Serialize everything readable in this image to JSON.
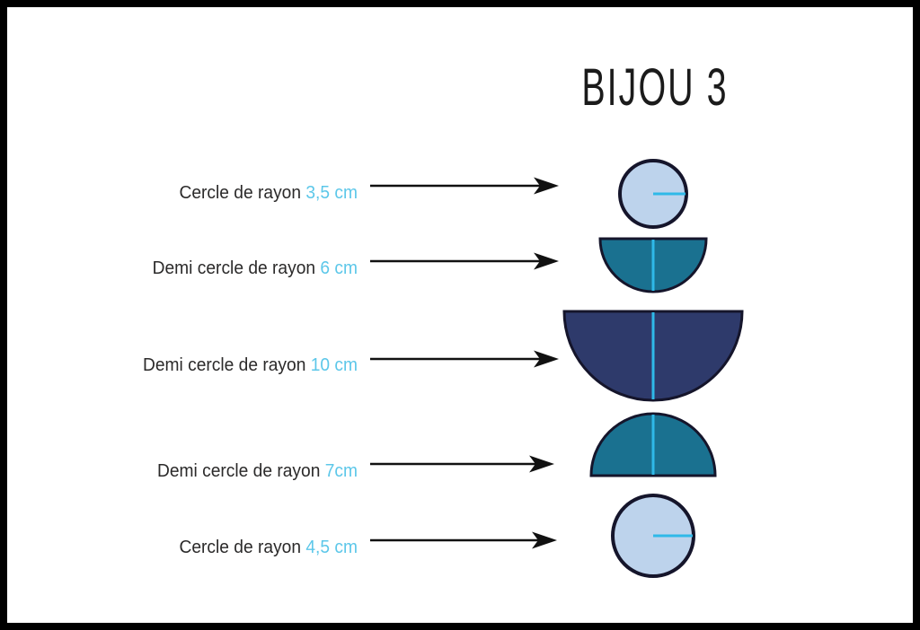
{
  "title": "BIJOU 3",
  "colors": {
    "background": "#ffffff",
    "frame_border": "#000000",
    "title_text": "#1b1b1b",
    "label_text": "#2b2a2a",
    "value_text": "#5cc7e9",
    "light_blue_fill": "#bdd3ec",
    "teal_fill": "#1a7190",
    "navy_fill": "#2e3a6b",
    "radius_line": "#2fb9e8",
    "shape_outline": "#15152b",
    "arrow": "#111111"
  },
  "rows": [
    {
      "label": "Cercle de rayon",
      "value": "3,5 cm",
      "shape": "circle",
      "fill": "#bdd3ec"
    },
    {
      "label": "Demi cercle de rayon",
      "value": "6 cm",
      "shape": "semicircle-flat-top",
      "fill": "#1a7190"
    },
    {
      "label": "Demi cercle de rayon",
      "value": "10 cm",
      "shape": "semicircle-flat-top",
      "fill": "#2e3a6b"
    },
    {
      "label": "Demi cercle de rayon",
      "value": "7cm",
      "shape": "semicircle-dome-top",
      "fill": "#1a7190"
    },
    {
      "label": "Cercle de rayon",
      "value": "4,5 cm",
      "shape": "circle",
      "fill": "#bdd3ec"
    }
  ]
}
